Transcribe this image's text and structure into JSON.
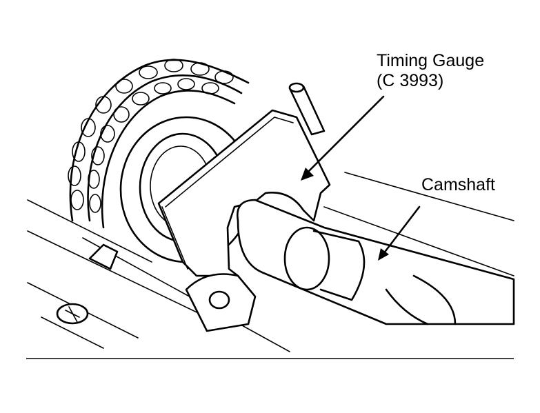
{
  "labels": {
    "timing_gauge_line1": "Timing Gauge",
    "timing_gauge_line2": "(C 3993)",
    "camshaft": "Camshaft"
  },
  "colors": {
    "ink": "#000000",
    "paper": "#ffffff"
  }
}
